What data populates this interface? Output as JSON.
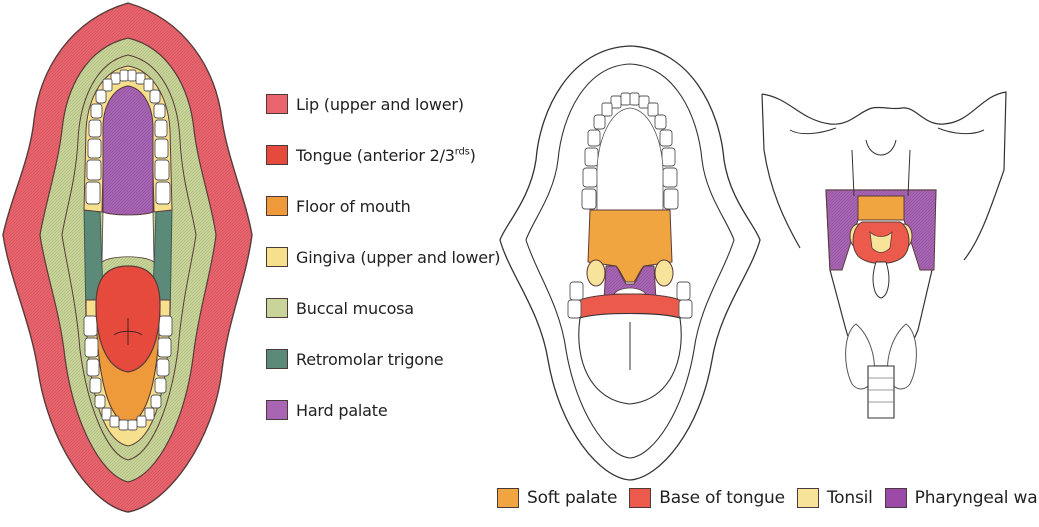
{
  "legend_left": {
    "items": [
      {
        "key": "lip",
        "label": "Lip (upper and lower)",
        "color": "#e8656e"
      },
      {
        "key": "tongue",
        "label": "Tongue (anterior 2/3",
        "sup": "rds",
        "tail": ")",
        "color": "#e54a3d"
      },
      {
        "key": "floor",
        "label": "Floor of mouth",
        "color": "#ee9a3a"
      },
      {
        "key": "gingiva",
        "label": "Gingiva (upper and lower)",
        "color": "#f6e08e"
      },
      {
        "key": "buccal",
        "label": "Buccal mucosa",
        "color": "#c8d49a"
      },
      {
        "key": "retromolar",
        "label": "Retromolar trigone",
        "color": "#5c8a78"
      },
      {
        "key": "hard_palate",
        "label": "Hard palate",
        "color": "#a865b3"
      }
    ]
  },
  "legend_bottom": {
    "items": [
      {
        "key": "soft_palate",
        "label": "Soft palate",
        "color": "#f0a541"
      },
      {
        "key": "base_tongue",
        "label": "Base of tongue",
        "color": "#ec5a4c"
      },
      {
        "key": "tonsil",
        "label": "Tonsil",
        "color": "#f7e49a"
      },
      {
        "key": "pharyngeal",
        "label": "Pharyngeal wall",
        "color": "#9b4aa8"
      }
    ]
  }
}
